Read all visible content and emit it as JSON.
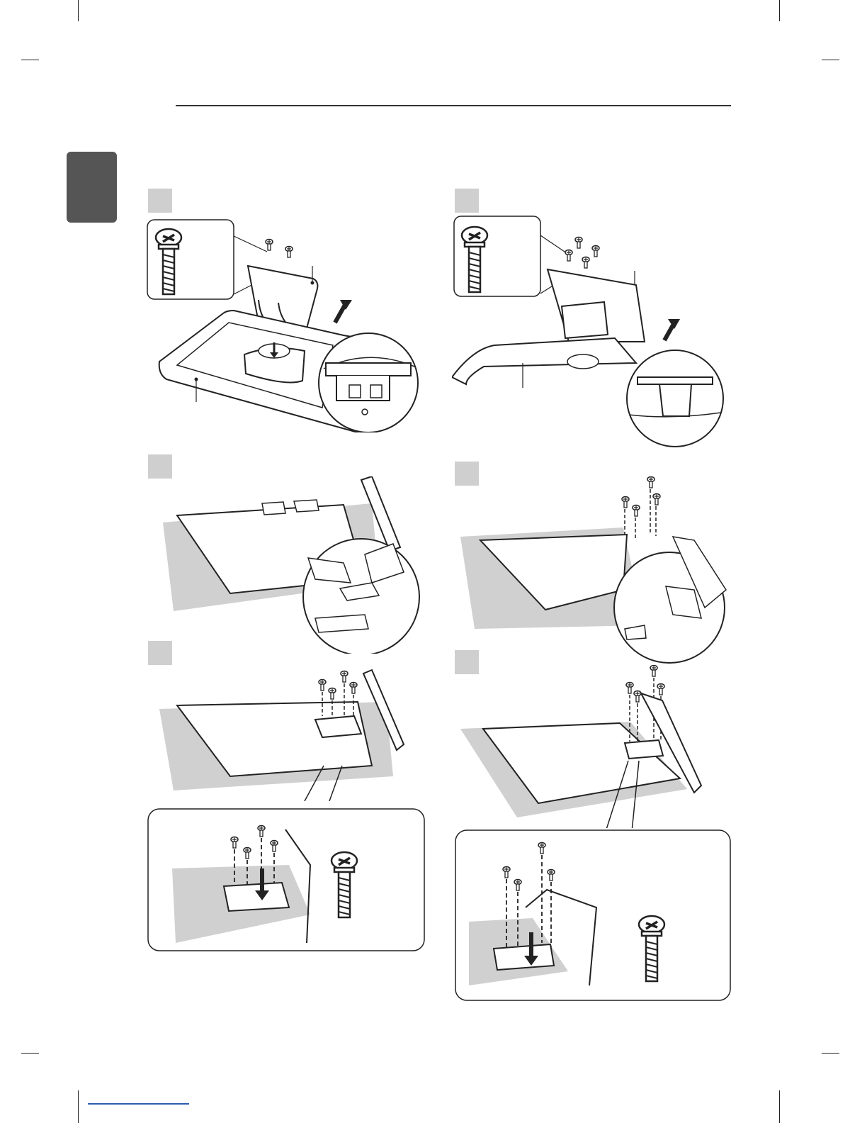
{
  "page": {
    "section_tab": "",
    "footer_link_text": ""
  },
  "steps": [
    {
      "id": "left-step-1",
      "label": ""
    },
    {
      "id": "right-step-1",
      "label": ""
    },
    {
      "id": "left-step-2",
      "label": ""
    },
    {
      "id": "right-step-2",
      "label": ""
    },
    {
      "id": "left-step-3",
      "label": ""
    },
    {
      "id": "right-step-3",
      "label": ""
    }
  ],
  "colors": {
    "line": "#222222",
    "shade": "#d0d0d0",
    "tab": "#555555",
    "step_box": "#cfcfcf",
    "link": "#2a5db0"
  },
  "icons": [
    "screw-icon",
    "arrow-icon",
    "stand-base-illustration",
    "tv-back-illustration"
  ]
}
